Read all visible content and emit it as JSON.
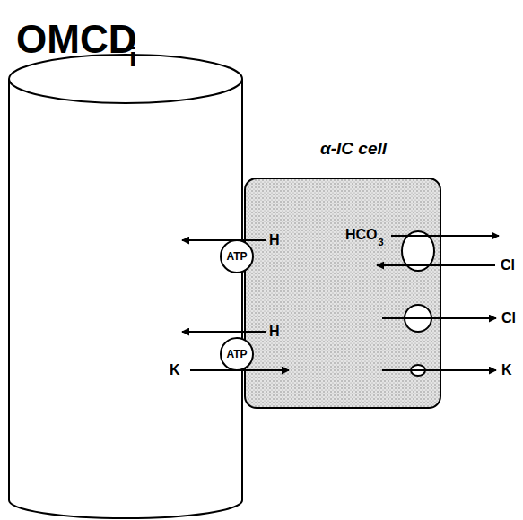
{
  "diagram": {
    "title": "OMCD",
    "nodes": [
      {
        "text": [
          "α-IC cell"
        ]
      },
      {
        "text": [
          "ATP"
        ]
      },
      {
        "text": [
          "ATP"
        ]
      }
    ],
    "labels": [
      "i",
      "H",
      "H",
      "K",
      "HCO",
      "3",
      "Cl",
      "Cl",
      "K"
    ]
  }
}
